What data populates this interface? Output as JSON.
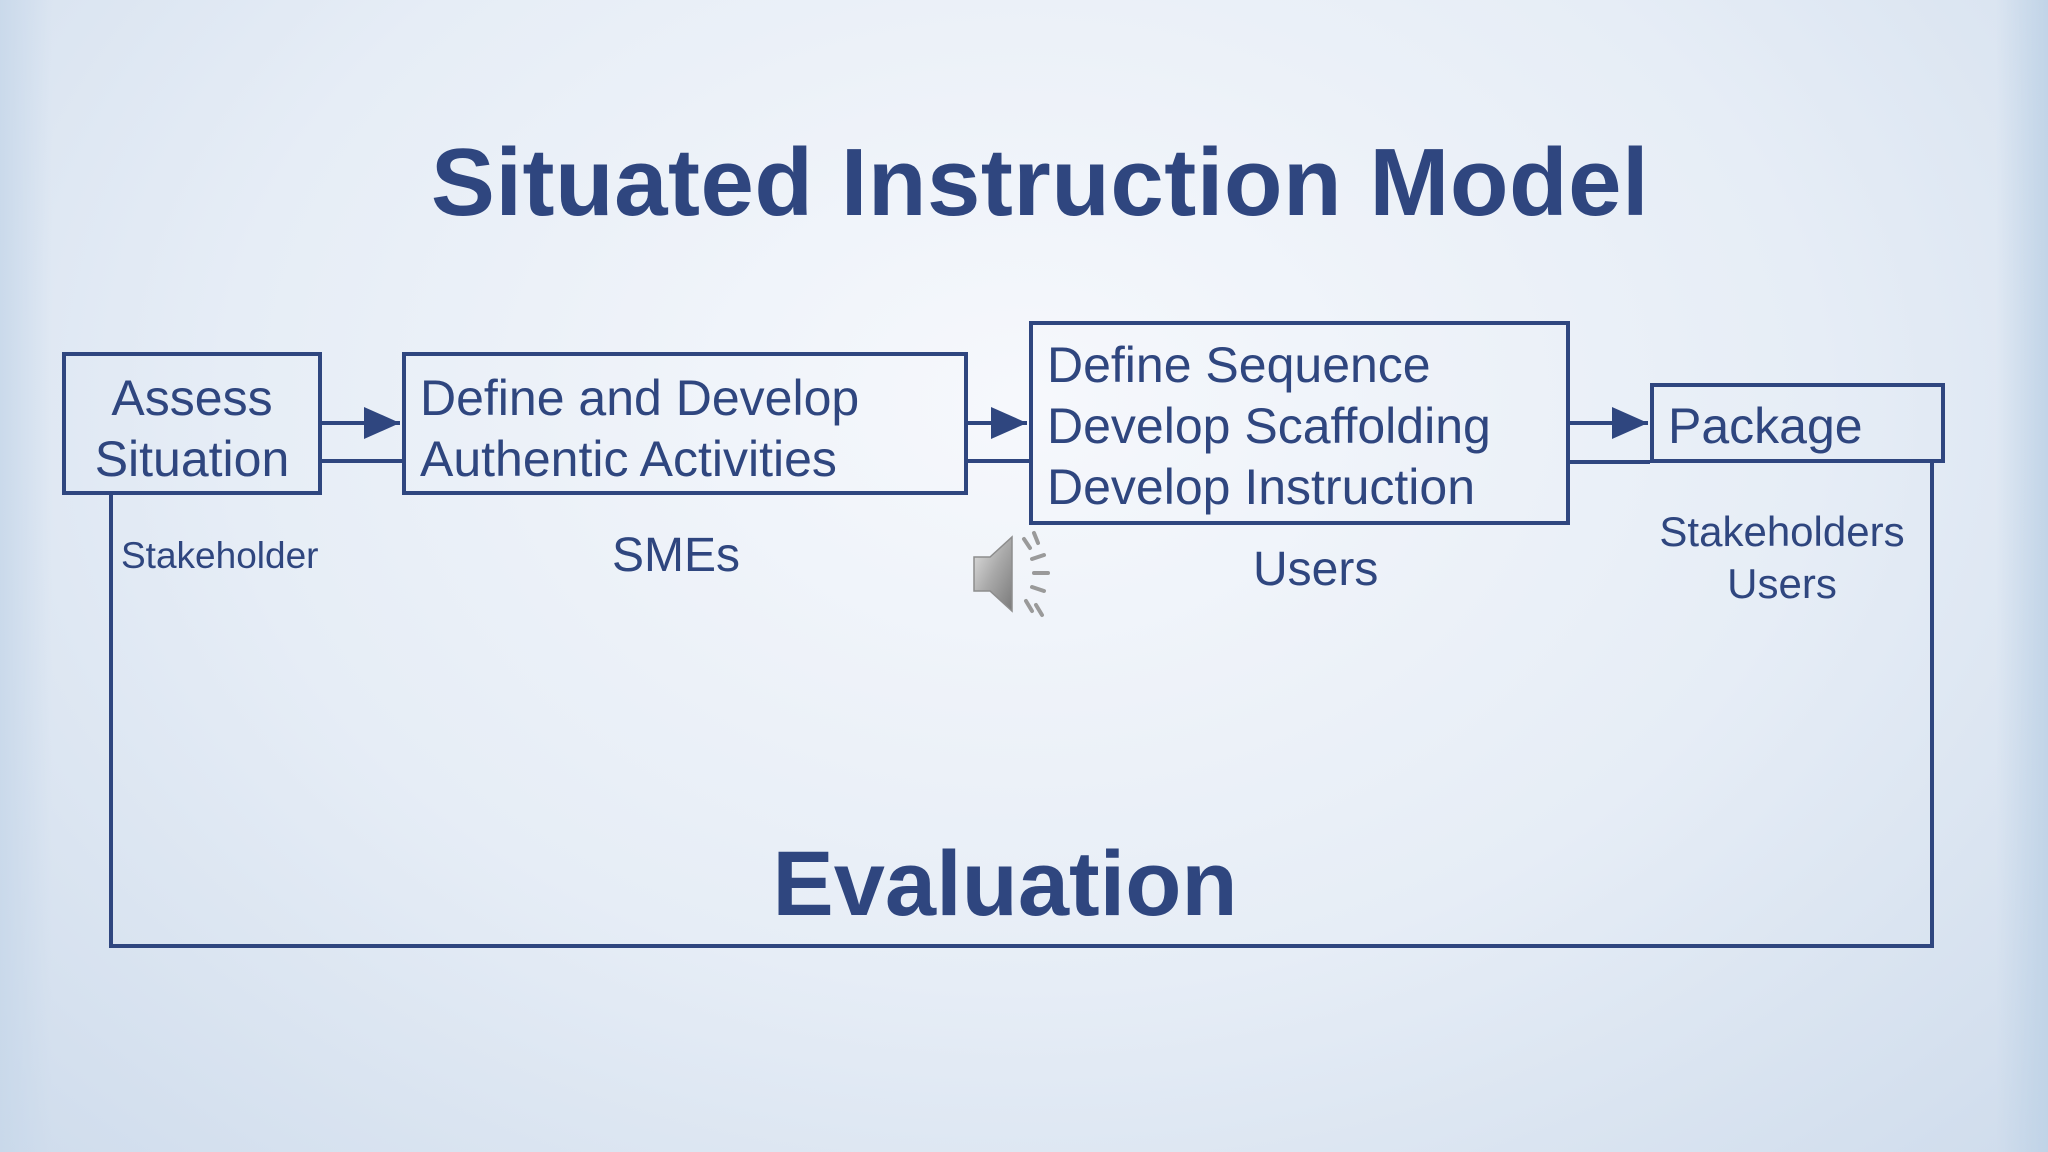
{
  "slide": {
    "title": "Situated Instruction Model",
    "boxes": {
      "assess": [
        "Assess",
        "Situation"
      ],
      "define": [
        "Define and Develop",
        "Authentic Activities"
      ],
      "sequence": [
        "Define Sequence",
        "Develop Scaffolding",
        "Develop Instruction"
      ],
      "package": [
        "Package"
      ]
    },
    "labels": {
      "stakeholder": "Stakeholder",
      "smes": "SMEs",
      "users": "Users",
      "stakeholders_users": [
        "Stakeholders",
        "Users"
      ]
    },
    "evaluation": "Evaluation"
  },
  "colors": {
    "primary": "#2f467f",
    "background": "#e6edf6"
  },
  "icons": {
    "audio": "speaker-icon"
  }
}
